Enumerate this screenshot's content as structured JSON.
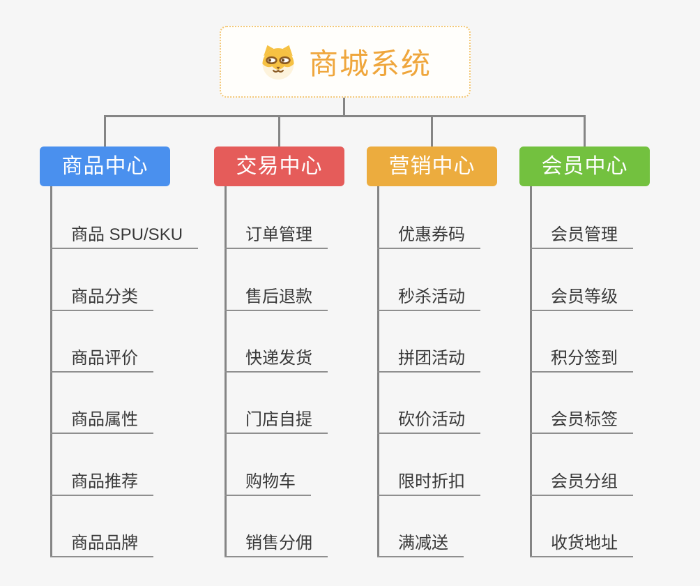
{
  "root": {
    "title": "商城系统",
    "icon": "shiba-dog-icon"
  },
  "branches": [
    {
      "label": "商品中心",
      "color": "#4a90ee",
      "items": [
        "商品 SPU/SKU",
        "商品分类",
        "商品评价",
        "商品属性",
        "商品推荐",
        "商品品牌"
      ]
    },
    {
      "label": "交易中心",
      "color": "#e55c5a",
      "items": [
        "订单管理",
        "售后退款",
        "快递发货",
        "门店自提",
        "购物车",
        "销售分佣"
      ]
    },
    {
      "label": "营销中心",
      "color": "#ecac3e",
      "items": [
        "优惠券码",
        "秒杀活动",
        "拼团活动",
        "砍价活动",
        "限时折扣",
        "满减送"
      ]
    },
    {
      "label": "会员中心",
      "color": "#73c13f",
      "items": [
        "会员管理",
        "会员等级",
        "积分签到",
        "会员标签",
        "会员分组",
        "收货地址"
      ]
    }
  ],
  "colors": {
    "background": "#f6f6f6",
    "connector_line": "#858585",
    "item_underline": "#8f8f8f",
    "root_accent": "#efa63c",
    "root_border": "#f3c878",
    "item_text": "#383838"
  }
}
